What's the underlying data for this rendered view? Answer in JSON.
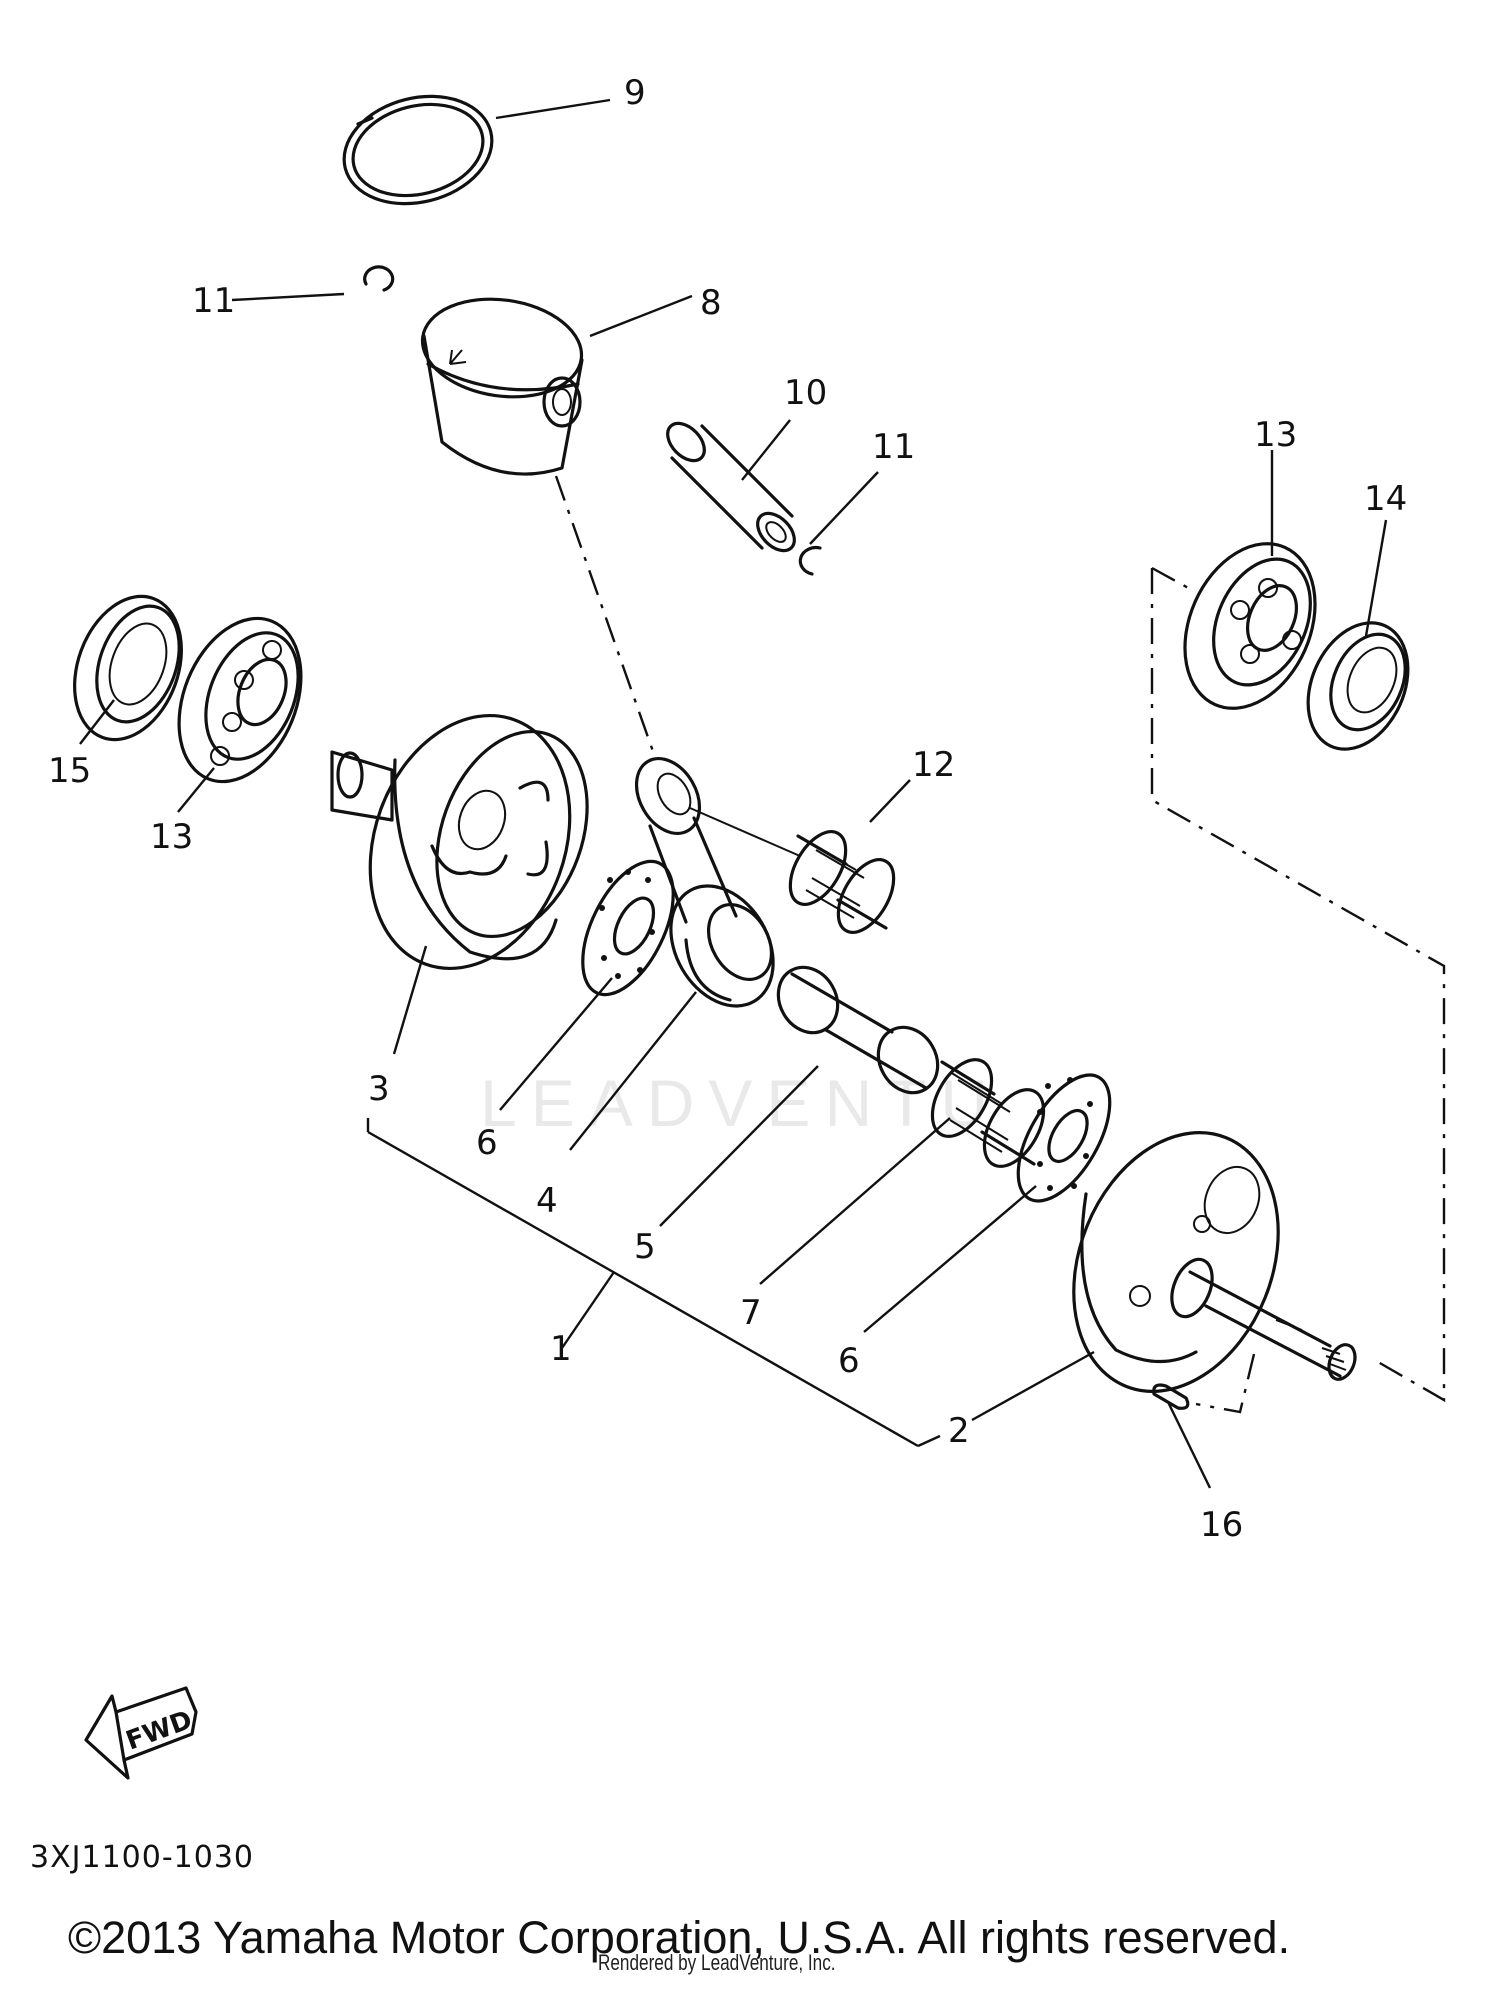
{
  "diagram": {
    "callouts": {
      "1": "1",
      "2": "2",
      "3": "3",
      "4": "4",
      "5": "5",
      "6": "6",
      "7": "7",
      "8": "8",
      "9": "9",
      "10": "10",
      "11": "11",
      "12": "12",
      "13": "13",
      "14": "14",
      "15": "15",
      "16": "16"
    },
    "fwd_label": "FWD",
    "watermark": "LEADVENTU",
    "diagram_code": "3XJ1100-1030"
  },
  "footer": {
    "copyright": "©2013 Yamaha Motor Corporation, U.S.A. All rights reserved.",
    "rendered_by": "Rendered by LeadVenture, Inc."
  }
}
